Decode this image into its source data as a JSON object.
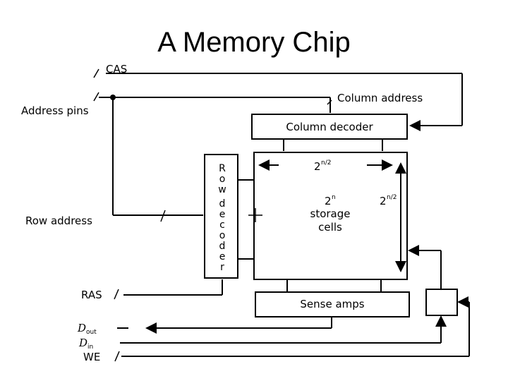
{
  "title": "A Memory Chip",
  "labels": {
    "cas": "CAS",
    "address_pins": "Address pins",
    "column_address": "Column address",
    "column_decoder": "Column decoder",
    "row_address": "Row address",
    "row_decoder_letters": [
      "R",
      "o",
      "w",
      "d",
      "e",
      "c",
      "o",
      "d",
      "e",
      "r"
    ],
    "cols_width_base": "2",
    "cols_width_exp": "n/2",
    "rows_height_base": "2",
    "rows_height_exp": "n/2",
    "storage_base": "2",
    "storage_exp": "n",
    "storage_line1": "storage",
    "storage_line2": "cells",
    "ras": "RAS",
    "sense_amps": "Sense amps",
    "dout_main": "D",
    "dout_sub": "out",
    "din_main": "D",
    "din_sub": "in",
    "we": "WE"
  }
}
